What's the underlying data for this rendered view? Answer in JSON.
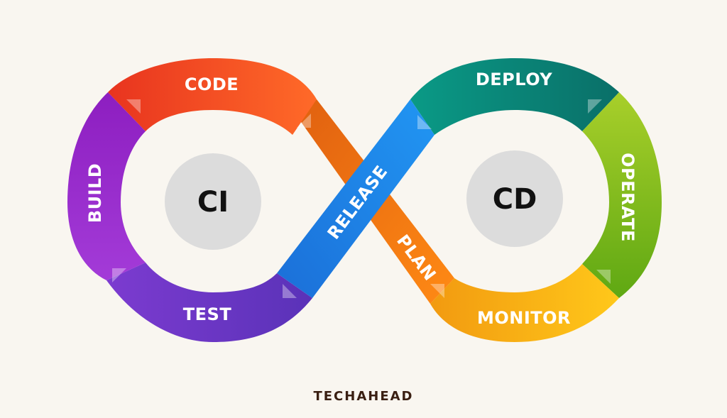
{
  "diagram": {
    "hubs": {
      "left": "CI",
      "right": "CD"
    },
    "stages": {
      "code": "CODE",
      "build": "BUILD",
      "test": "TEST",
      "release": "RELEASE",
      "deploy": "DEPLOY",
      "operate": "OPERATE",
      "monitor": "MONITOR",
      "plan": "PLAN"
    },
    "colors": {
      "code": "#ff5a2a",
      "build": "#8e1fc4",
      "test": "#6b3fc4",
      "release": "#1f7fe0",
      "deploy": "#0b8a7d",
      "operate": "#8fc41a",
      "monitor": "#ffb300",
      "plan": "#f07a10",
      "hub": "#dddddd",
      "background": "#f9f6f0"
    }
  },
  "brand": {
    "name": "TECHAHEAD"
  }
}
